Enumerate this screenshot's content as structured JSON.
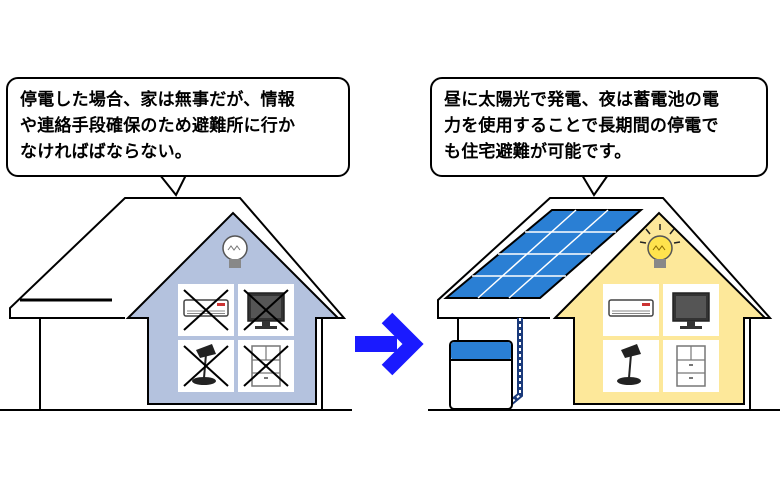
{
  "before": {
    "caption_lines": [
      "停電した場合、家は無事だが、情報",
      "や連絡手段確保のため避難所に行か",
      "なければばならない。"
    ],
    "appliances": [
      "air-conditioner",
      "television",
      "desk-lamp",
      "refrigerator"
    ],
    "appliances_status": "off",
    "house_color": "#b4c2de"
  },
  "after": {
    "caption_lines": [
      "昼に太陽光で発電、夜は蓄電池の電",
      "力を使用することで長期間の停電で",
      "も住宅避難が可能です。"
    ],
    "appliances": [
      "air-conditioner",
      "television",
      "desk-lamp",
      "refrigerator"
    ],
    "appliances_status": "on",
    "house_color": "#fde89a",
    "solar_panel_color": "#2a7fd4",
    "battery_color": "#2a7fd4"
  },
  "arrow_color": "#1a1aff"
}
